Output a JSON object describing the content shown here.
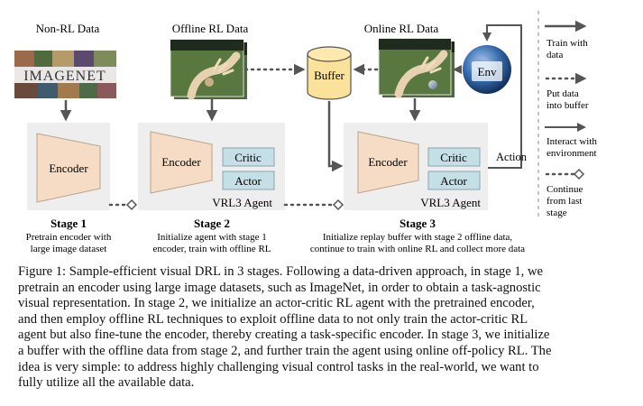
{
  "headers": {
    "non_rl": "Non-RL Data",
    "offline": "Offline RL Data",
    "online": "Online RL Data"
  },
  "imagenet_logo": "IMAGENET",
  "buffer_label": "Buffer",
  "env_label": "Env",
  "encoder_label": "Encoder",
  "critic_label": "Critic",
  "actor_label": "Actor",
  "agent_label": "VRL3 Agent",
  "action_label": "Action",
  "stages": [
    {
      "title": "Stage 1",
      "line1": "Pretrain encoder with",
      "line2": "large image dataset"
    },
    {
      "title": "Stage 2",
      "line1": "Initialize agent with stage 1",
      "line2": "encoder, train with offline RL"
    },
    {
      "title": "Stage 3",
      "line1": "Initialize replay buffer with stage 2 offline data,",
      "line2": "continue to train with online RL and collect more data"
    }
  ],
  "legend": [
    {
      "style": "solid-arrow",
      "line1": "Train with",
      "line2": "data",
      "line3": ""
    },
    {
      "style": "dotted-arrow",
      "line1": "Put data",
      "line2": "into buffer",
      "line3": ""
    },
    {
      "style": "open-arrow",
      "line1": "Interact with",
      "line2": "environment",
      "line3": ""
    },
    {
      "style": "dotted-diamond",
      "line1": "Continue",
      "line2": "from last",
      "line3": "stage"
    }
  ],
  "caption": {
    "lines": [
      "Figure 1: Sample-efficient visual DRL in 3 stages. Following a data-driven approach, in stage 1, we",
      "pretrain an encoder using large image datasets, such as ImageNet, in order to obtain a task-agnostic",
      "visual representation. In stage 2, we initialize an actor-critic RL agent with the pretrained encoder,",
      "and then employ offline RL techniques to exploit offline data to not only train the actor-critic RL",
      "agent but also fine-tune the encoder, thereby creating a task-specific encoder. In stage 3, we initialize",
      "a buffer with the offline data from stage 2, and further train the agent using online off-policy RL. The",
      "idea is very simple: to address highly challenging visual control tasks in the real-world, we want to",
      "fully utilize all the available data."
    ]
  },
  "colors": {
    "encoder_fill": "#f6dcc4",
    "encoder_stroke": "#b8a48e",
    "module_fill": "#c5dfe6",
    "module_stroke": "#8aa4ad",
    "buffer_fill": "#fbe29a",
    "stage_bg": "#eeeeee",
    "arrow": "#555555",
    "env_globe": "#3a6fb0"
  }
}
